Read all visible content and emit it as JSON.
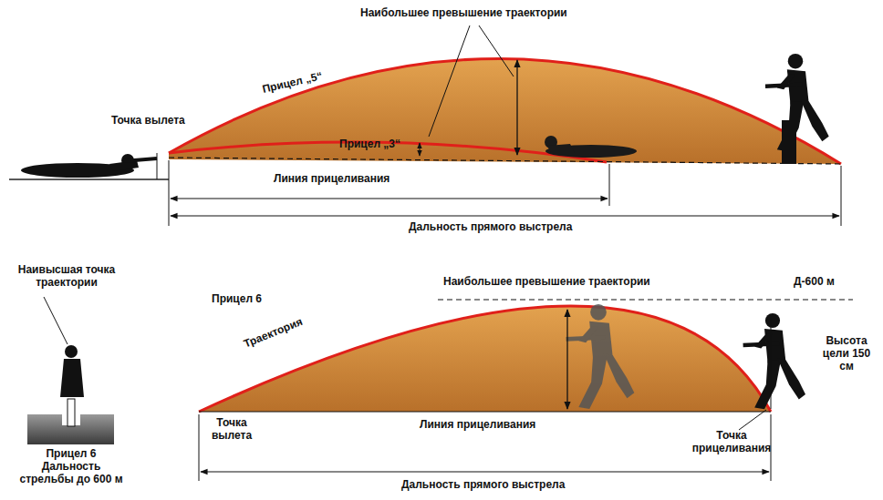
{
  "diagram": {
    "labels": [
      "Наибольшее превышение траектории",
      "Прицел „5“",
      "Точка вылета",
      "Прицел „3“",
      "Линия прицеливания",
      "Дальность прямого выстрела",
      "Наивысшая точка траектории",
      "Прицел 6",
      "Наибольшее превышение траектории",
      "Д-600 м",
      "Траектория",
      "Высота цели 150 см",
      "Точка вылета",
      "Линия прицеливания",
      "Точка прицеливания",
      "Прицел 6 Дальность стрельбы до 600 м",
      "Дальность прямого выстрела"
    ]
  }
}
